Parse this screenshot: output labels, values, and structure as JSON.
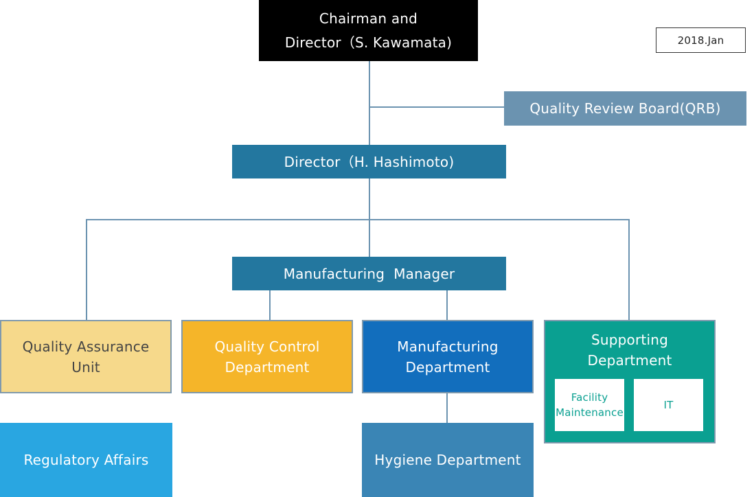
{
  "chart_title_date": "2018.Jan",
  "nodes": {
    "chairman": [
      "Chairman and",
      "Director（S. Kawamata)"
    ],
    "qrb": "Quality Review Board(QRB)",
    "director": "Director（H. Hashimoto)",
    "manufacturing_manager": "Manufacturing  Manager",
    "quality_assurance": [
      "Quality Assurance",
      "Unit"
    ],
    "quality_control": [
      "Quality Control",
      "Department"
    ],
    "manufacturing_department": [
      "Manufacturing",
      "Department"
    ],
    "supporting_department": [
      "Supporting",
      "Department"
    ],
    "facility_maintenance": [
      "Facility",
      "Maintenance"
    ],
    "it": "IT",
    "regulatory_affairs": "Regulatory Affairs",
    "hygiene_department": "Hygiene Department"
  },
  "colors": {
    "chairman": "#000000",
    "qrb": "#6b93b0",
    "director": "#23779f",
    "manufacturing_manager": "#23779f",
    "quality_assurance": "#f6d98b",
    "quality_control": "#f5b529",
    "manufacturing_department": "#126ebd",
    "supporting_department": "#0aa091",
    "regulatory_affairs": "#29a6e1",
    "hygiene_department": "#3a85b5",
    "connector": "#6b93b0"
  }
}
